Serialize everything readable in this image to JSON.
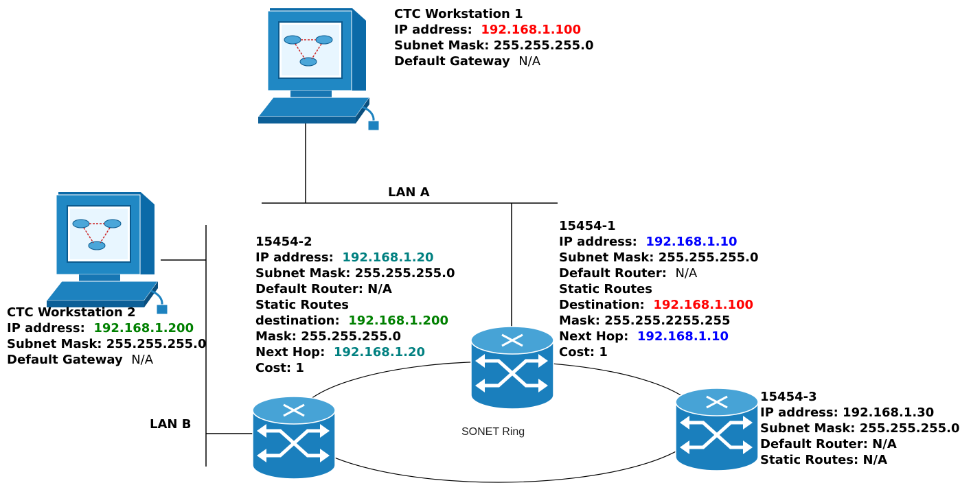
{
  "colors": {
    "red": "#ff0000",
    "teal": "#008080",
    "green": "#008000",
    "blue": "#0000ff",
    "device": "#0d79b8"
  },
  "lan_a": "LAN A",
  "lan_b": "LAN B",
  "ring": "SONET Ring",
  "ws1": {
    "title": "CTC Workstation 1",
    "ip_label": "IP address:",
    "ip_value": "192.168.1.100",
    "mask_label": "Subnet Mask:",
    "mask_value": "255.255.255.0",
    "gw_label": "Default Gateway",
    "gw_value": "N/A"
  },
  "ws2": {
    "title": "CTC Workstation 2",
    "ip_label": "IP address:",
    "ip_value": "192.168.1.200",
    "mask_label": "Subnet Mask:",
    "mask_value": "255.255.255.0",
    "gw_label": "Default Gateway",
    "gw_value": "N/A"
  },
  "n2": {
    "title": "15454-2",
    "ip_label": "IP address:",
    "ip_value": "192.168.1.20",
    "mask_label": "Subnet Mask:",
    "mask_value": "255.255.255.0",
    "router": "Default Router: N/A",
    "static": "Static Routes",
    "dest_label": "destination:",
    "dest_value": "192.168.1.200",
    "smask": "Mask: 255.255.255.0",
    "hop_label": "Next Hop:",
    "hop_value": "192.168.1.20",
    "cost": "Cost: 1"
  },
  "n1": {
    "title": "15454-1",
    "ip_label": "IP address:",
    "ip_value": "192.168.1.10",
    "mask_label": "Subnet Mask:",
    "mask_value": "255.255.255.0",
    "router_label": "Default Router:",
    "router_value": "N/A",
    "static": "Static Routes",
    "dest_label": "Destination:",
    "dest_value": "192.168.1.100",
    "smask": "Mask: 255.255.2255.255",
    "hop_label": "Next Hop:",
    "hop_value": "192.168.1.10",
    "cost": "Cost: 1"
  },
  "n3": {
    "title": "15454-3",
    "ip": "IP address:  192.168.1.30",
    "mask": "Subnet Mask: 255.255.255.0",
    "router": "Default Router: N/A",
    "static": "Static Routes: N/A"
  }
}
